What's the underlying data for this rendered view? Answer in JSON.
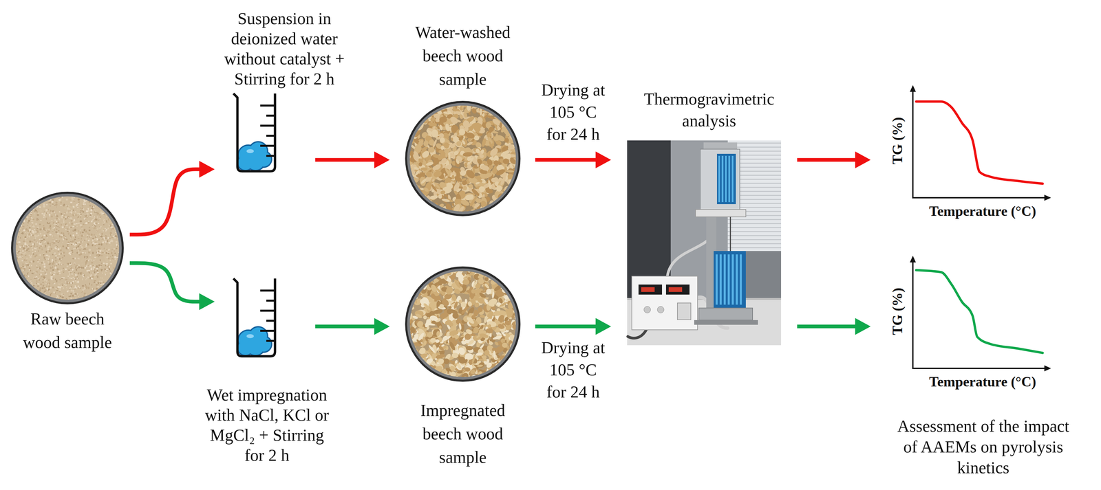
{
  "diagram": {
    "nodes": [
      {
        "text": [
          "Raw beech wood sample"
        ]
      },
      {
        "text": [
          "Suspension in deionized water without catalyst + Stirring for 2 h"
        ]
      },
      {
        "text": [
          "Wet impregnation with NaCl, KCl or MgCl₂ + Stirring for 2 h"
        ]
      },
      {
        "text": [
          "Water-washed beech wood sample"
        ]
      },
      {
        "text": [
          "Impregnated beech wood sample"
        ]
      },
      {
        "text": [
          "Thermogravimetric analysis"
        ]
      },
      {
        "text": [
          "TG (%)",
          "Temperature (°C)"
        ]
      },
      {
        "text": [
          "TG (%)",
          "Temperature (°C)"
        ]
      }
    ],
    "edges": [
      {
        "from": 0,
        "to": 1,
        "arrow": "to"
      },
      {
        "from": 0,
        "to": 2,
        "arrow": "to"
      },
      {
        "from": 1,
        "to": 3,
        "arrow": "to"
      },
      {
        "from": 2,
        "to": 4,
        "arrow": "to"
      },
      {
        "from": 3,
        "to": 5,
        "arrow": "to",
        "label": "Drying at 105 °C for 24 h"
      },
      {
        "from": 4,
        "to": 5,
        "arrow": "to",
        "label": "Drying at 105 °C for 24 h"
      },
      {
        "from": 5,
        "to": 6,
        "arrow": "to"
      },
      {
        "from": 5,
        "to": 7,
        "arrow": "to"
      }
    ],
    "labels": [
      "Assessment of the impact of AAEMs on pyrolysis kinetics"
    ]
  }
}
